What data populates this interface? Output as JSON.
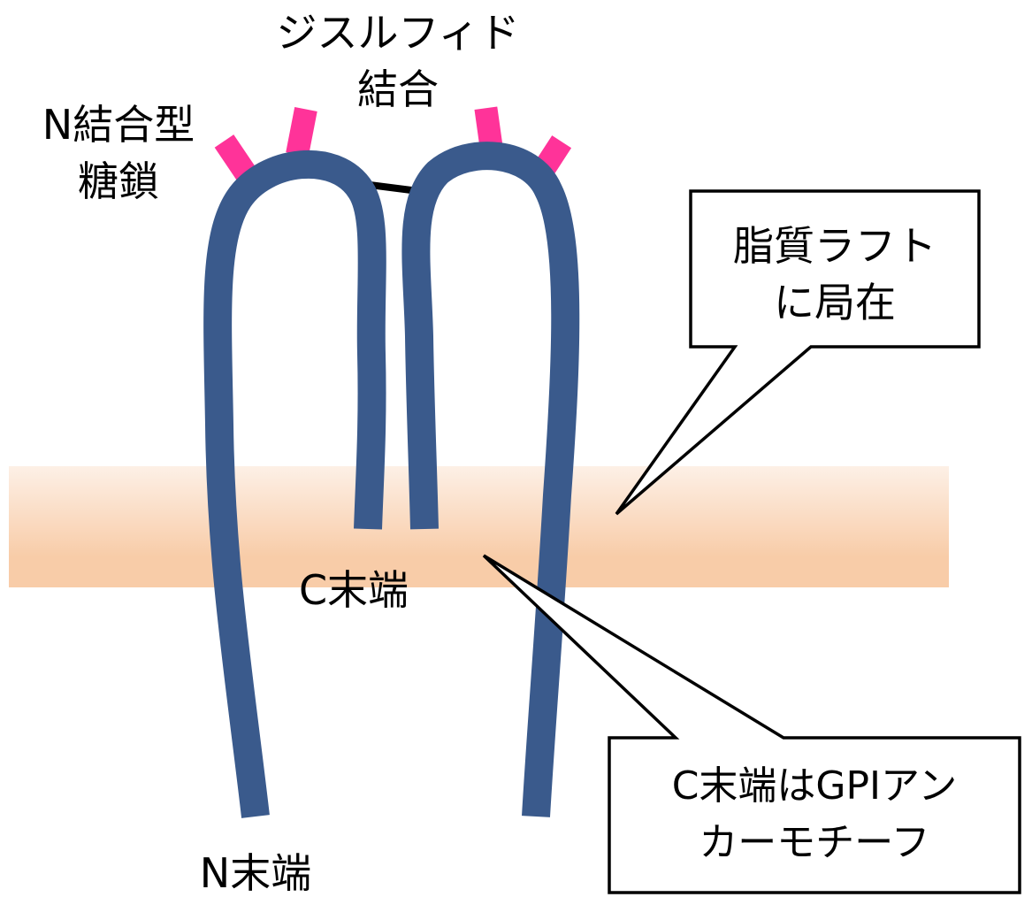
{
  "labels": {
    "disulfide_line1": "ジスルフィド",
    "disulfide_line2": "結合",
    "nglycan_line1": "N結合型",
    "nglycan_line2": "糖鎖",
    "c_terminus": "C末端",
    "n_terminus": "N末端"
  },
  "callouts": {
    "lipid_raft": {
      "line1": "脂質ラフト",
      "line2": "に局在"
    },
    "gpi_anchor": {
      "line1": "C末端はGPIアン",
      "line2": "カーモチーフ"
    }
  },
  "colors": {
    "protein_chain": "#3a5a8c",
    "glycan": "#ff3399",
    "disulfide_bond": "#000000",
    "membrane_center": "#f8cca8",
    "membrane_edge": "#fdf0e6",
    "callout_border": "#000000"
  }
}
